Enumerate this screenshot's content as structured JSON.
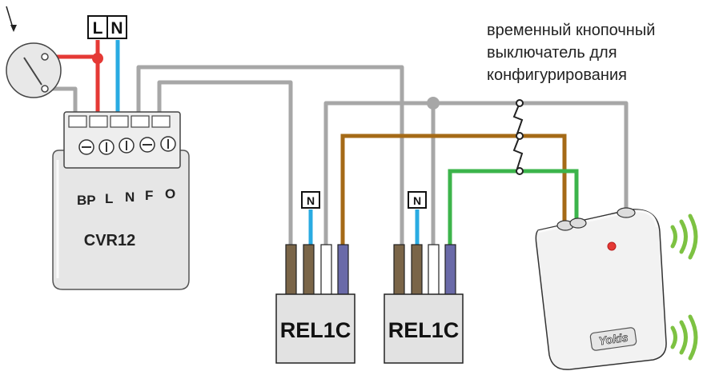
{
  "terminals": {
    "live": "L",
    "neutral": "N"
  },
  "module": {
    "name": "CVR12",
    "pins": [
      "BP",
      "L",
      "N",
      "F",
      "O"
    ]
  },
  "relays": [
    {
      "name": "REL1C",
      "neutral_tag": "N"
    },
    {
      "name": "REL1C",
      "neutral_tag": "N"
    }
  ],
  "annotation": {
    "line1": "временный кнопочный",
    "line2": "выключатель для",
    "line3": "конфигурирования"
  },
  "transmitter": {
    "brand": "Yokis"
  },
  "colors": {
    "live": "#e53935",
    "neutral": "#29abe2",
    "grey_wire": "#a7a7a7",
    "brown_wire": "#a56a17",
    "green_wire": "#3cb44b"
  }
}
